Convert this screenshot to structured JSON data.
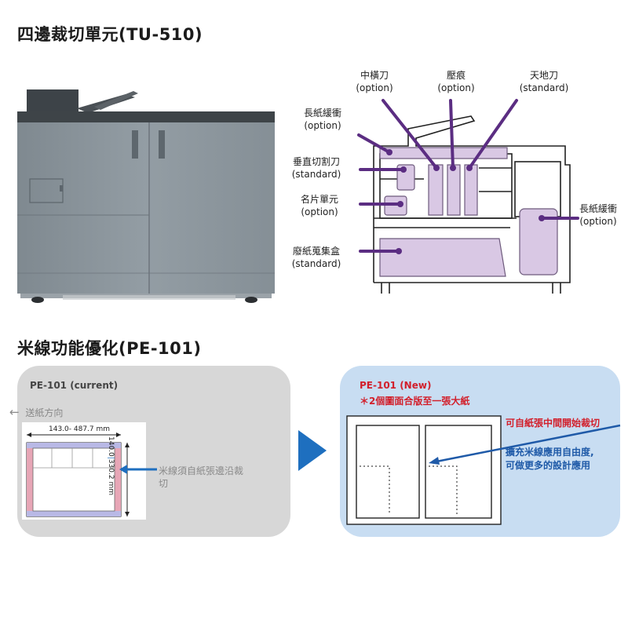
{
  "section1": {
    "title": "四邊裁切單元(TU-510)",
    "labels": {
      "middle_cutter": {
        "name": "中橫刀",
        "tag": "(option)"
      },
      "crease": {
        "name": "壓痕",
        "tag": "(option)"
      },
      "top_bottom_cutter": {
        "name": "天地刀",
        "tag": "(standard)"
      },
      "long_buffer_left": {
        "name": "長紙緩衝",
        "tag": "(option)"
      },
      "vertical_cutter": {
        "name": "垂直切割刀",
        "tag": "(standard)"
      },
      "card_unit": {
        "name": "名片單元",
        "tag": "(option)"
      },
      "waste_box": {
        "name": "廢紙蒐集盒",
        "tag": "(standard)"
      },
      "long_buffer_right": {
        "name": "長紙緩衝",
        "tag": "(option)"
      }
    }
  },
  "section2": {
    "title": "米線功能優化(PE-101)",
    "current": {
      "title": "PE-101 (current)",
      "feed_direction": "送紙方向",
      "width_range": "143.0- 487.7 mm",
      "height_range_a": "140.0",
      "height_range_b": "330.2 mm",
      "note_line1": "米線須自紙張邊沿裁",
      "note_line2": "切"
    },
    "new": {
      "title": "PE-101 (New)",
      "subtitle": "＊2個圖面合版至一張大紙",
      "callout": "可自紙張中間開始裁切",
      "benefit_line1": "擴充米線應用自由度,",
      "benefit_line2": "可做更多的設計應用"
    }
  },
  "colors": {
    "accent_purple": "#5b2d82",
    "callout_red": "#d21f2b",
    "benefit_blue": "#1f5aa8",
    "arrow_blue": "#1f6fbf",
    "machine_gray": "#8a949c"
  }
}
